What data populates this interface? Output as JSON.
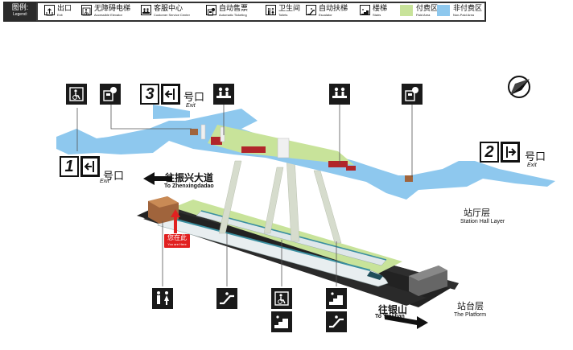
{
  "legend": {
    "title": "图例:",
    "title_en": "Legend:",
    "items": [
      {
        "zh": "出口",
        "en": "Exit",
        "icon": "exit-icon"
      },
      {
        "zh": "无障碍电梯",
        "en": "Accessible Elevator",
        "icon": "accessible-elevator-icon"
      },
      {
        "zh": "客服中心",
        "en": "Customer Service Center",
        "icon": "customer-service-icon"
      },
      {
        "zh": "自动售票",
        "en": "Automatic Ticketing",
        "icon": "ticket-machine-icon"
      },
      {
        "zh": "卫生间",
        "en": "Toilets",
        "icon": "toilets-icon"
      },
      {
        "zh": "自动扶梯",
        "en": "Escalator",
        "icon": "escalator-icon"
      },
      {
        "zh": "楼梯",
        "en": "Stairs",
        "icon": "stairs-icon"
      },
      {
        "zh": "付费区",
        "en": "Paid Area",
        "color": "#c8e39a"
      },
      {
        "zh": "非付费区",
        "en": "Non-Paid Area",
        "color": "#8ec8ee"
      }
    ]
  },
  "colors": {
    "non_paid": "#8ec8ee",
    "paid": "#c8e39a",
    "you_are_here": "#e12020"
  },
  "map": {
    "exits": [
      {
        "number": "1",
        "suffix": "号口",
        "en": "Exit"
      },
      {
        "number": "2",
        "suffix": "号口",
        "en": "Exit"
      },
      {
        "number": "3",
        "suffix": "号口",
        "en": "Exit"
      }
    ],
    "direction_west": {
      "zh": "往振兴大道",
      "en": "To Zhenxingdadao"
    },
    "direction_east": {
      "zh": "往银山",
      "en": "To Yinshan"
    },
    "station_hall": {
      "zh": "站厅层",
      "en": "Station Hall Layer"
    },
    "platform": {
      "zh": "站台层",
      "en": "The Platform"
    },
    "you_are_here": {
      "zh": "您在此",
      "en": "You are Here"
    }
  }
}
